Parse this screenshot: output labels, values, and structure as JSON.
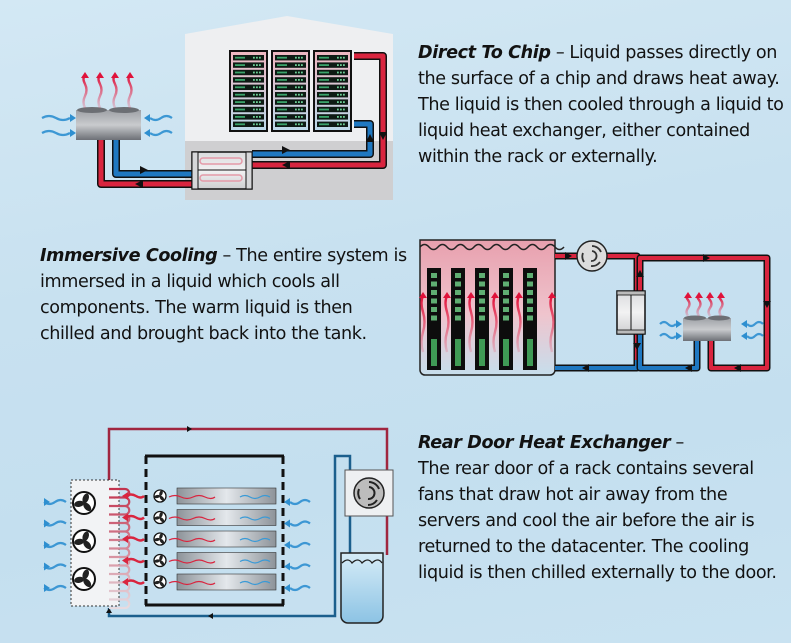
{
  "sections": [
    {
      "id": "direct-to-chip",
      "title": "Direct To Chip",
      "separator": " – ",
      "description": "Liquid passes directly on the surface of a chip and draws heat away. The liquid is then cooled through a liquid to liquid heat exchanger, either contained within the rack or externally."
    },
    {
      "id": "immersive-cooling",
      "title": "Immersive Cooling",
      "separator": " – ",
      "description": "The entire system is immersed in a liquid which cools all components. The warm liquid is then chilled and brought back into the tank."
    },
    {
      "id": "rear-door-heat-exchanger",
      "title": "Rear Door Heat Exchanger",
      "separator": " –",
      "description": "The rear door of a rack contains several fans that draw hot air away from the servers and cool the air before the air is returned to the datacenter. The cooling liquid is then chilled externally to the door."
    }
  ],
  "diagrams": {
    "direct_to_chip": {
      "server_racks": 3,
      "units_per_rack": 10,
      "heat_arrows": 4
    },
    "immersive": {
      "server_boards": 5,
      "heat_arrows": 4
    },
    "rear_door": {
      "door_fans": 5,
      "coil_fans": 3,
      "air_arrows_per_side": 5
    }
  },
  "colors": {
    "hot_pipe": "#d9253f",
    "cold_pipe": "#1f78c1",
    "pipe_outline": "#111111",
    "background": "#c8e1f0",
    "building": "#eeeff1",
    "floor": "#cfcfd1",
    "immersion_liquid": "#e9a2b0"
  }
}
